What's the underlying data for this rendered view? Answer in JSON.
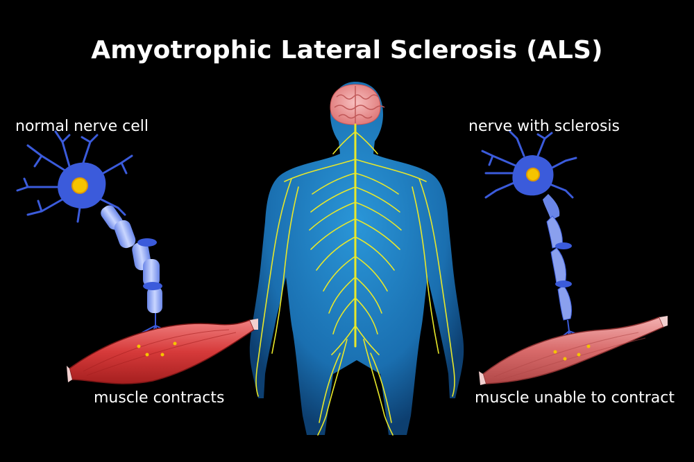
{
  "title": "Amyotrophic Lateral Sclerosis (ALS)",
  "labels": {
    "normal_nerve": "normal nerve cell",
    "sclerosis_nerve": "nerve with sclerosis",
    "muscle_contracts": "muscle contracts",
    "muscle_unable": "muscle unable to contract"
  },
  "colors": {
    "background": "#000000",
    "body": "#1e7fc4",
    "nerves": "#e8e82a",
    "brain": "#f0a0a0",
    "neuron": "#3b5bdb",
    "nucleus": "#f5c400",
    "muscle": "#d63a3a",
    "text": "#ffffff"
  }
}
